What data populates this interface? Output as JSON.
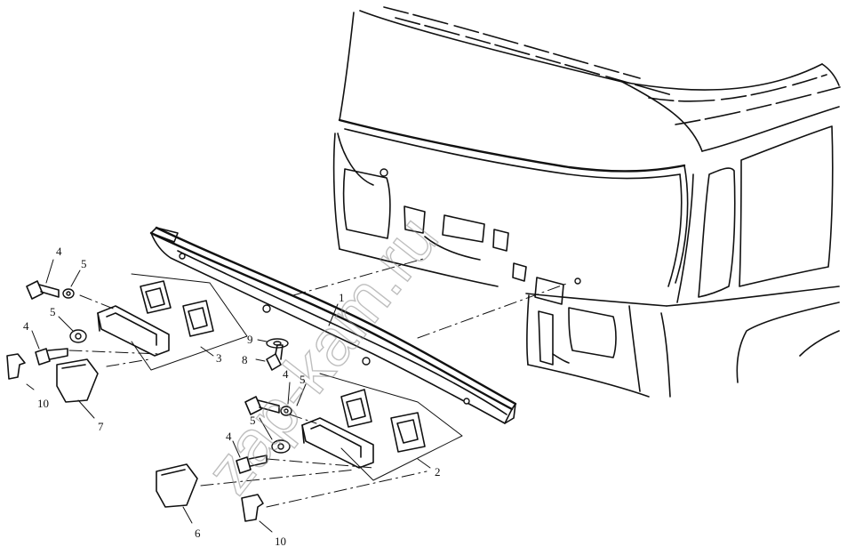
{
  "diagram": {
    "watermark": "zap-kam.ru",
    "callouts": [
      {
        "id": "c1",
        "text": "1"
      },
      {
        "id": "c2",
        "text": "2"
      },
      {
        "id": "c3",
        "text": "3"
      },
      {
        "id": "c4a",
        "text": "4"
      },
      {
        "id": "c5a",
        "text": "5"
      },
      {
        "id": "c5b",
        "text": "5"
      },
      {
        "id": "c4b",
        "text": "4"
      },
      {
        "id": "c10a",
        "text": "10"
      },
      {
        "id": "c7",
        "text": "7"
      },
      {
        "id": "c9",
        "text": "9"
      },
      {
        "id": "c8",
        "text": "8"
      },
      {
        "id": "c4c",
        "text": "4"
      },
      {
        "id": "c5c",
        "text": "5"
      },
      {
        "id": "c5d",
        "text": "5"
      },
      {
        "id": "c4d",
        "text": "4"
      },
      {
        "id": "c6",
        "text": "6"
      },
      {
        "id": "c10b",
        "text": "10"
      }
    ]
  }
}
